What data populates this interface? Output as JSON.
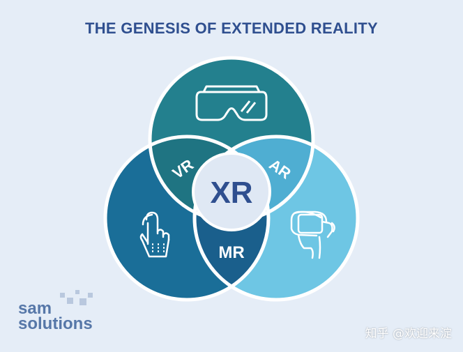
{
  "title": "THE GENESIS OF EXTENDED REALITY",
  "regions": {
    "vr": "VR",
    "ar": "AR",
    "mr": "MR",
    "xr": "XR"
  },
  "icons": [
    "vr-headset-icon",
    "hand-touch-icon",
    "ar-headset-user-icon"
  ],
  "colors": {
    "background": "#e5edf7",
    "top_circle": "#23808e",
    "left_circle": "#1a6e98",
    "right_circle": "#6ec6e4",
    "title": "#2f4f8f",
    "xr_text": "#2f4f8f"
  },
  "logo": {
    "line1": "sam",
    "line2": "solutions"
  },
  "watermark": "知乎 @欢迎来淀"
}
